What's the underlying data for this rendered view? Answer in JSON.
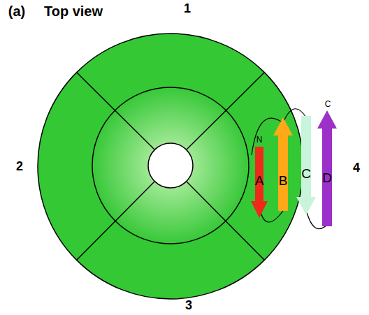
{
  "diagram": {
    "title": "Top view",
    "labels": [
      "(a)",
      "1",
      "2",
      "3",
      "4",
      "N",
      "A",
      "B",
      "C",
      "D",
      "C"
    ]
  }
}
